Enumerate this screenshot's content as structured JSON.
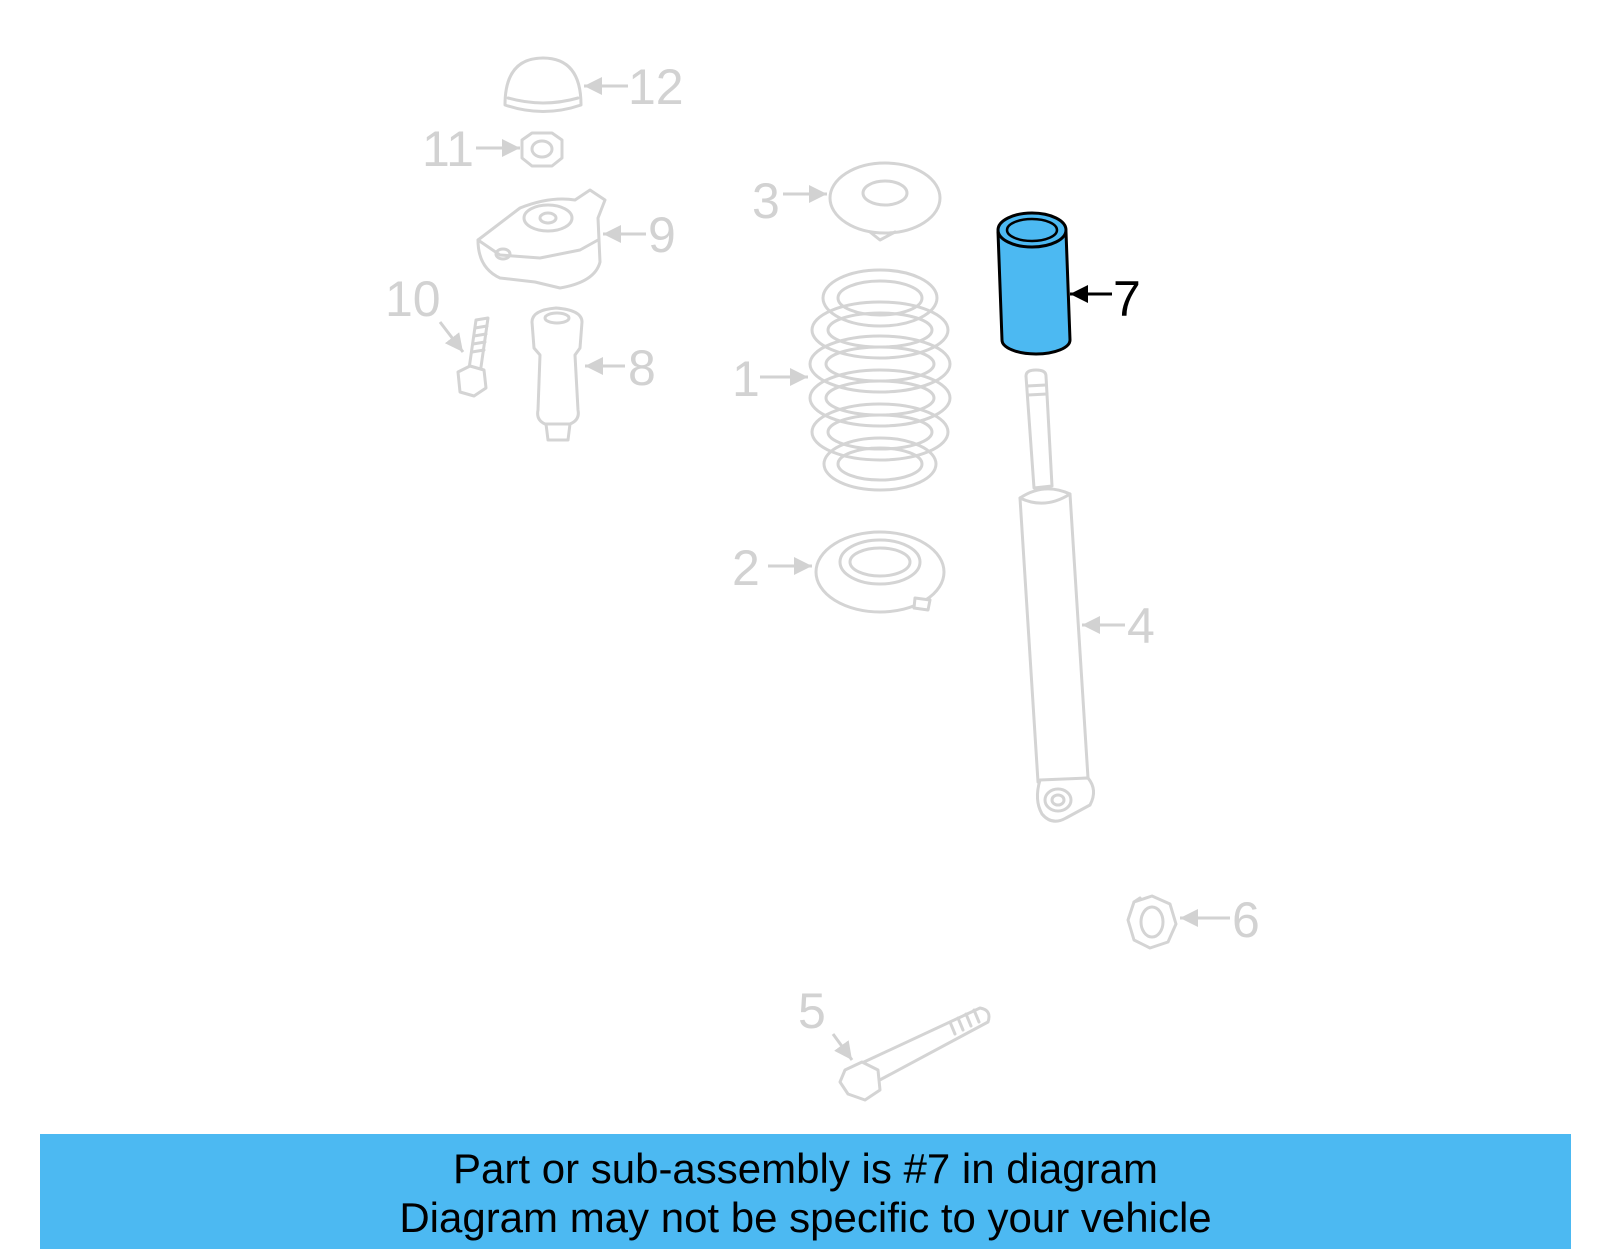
{
  "callouts": {
    "c1": "1",
    "c2": "2",
    "c3": "3",
    "c4": "4",
    "c5": "5",
    "c6": "6",
    "c7": "7",
    "c8": "8",
    "c9": "9",
    "c10": "10",
    "c11": "11",
    "c12": "12"
  },
  "highlighted_part": "7",
  "colors": {
    "highlight_fill": "#4cb9f2",
    "banner_background": "#4cb9f2",
    "dim_parts": "#d4d4d4"
  },
  "banner": {
    "line1": "Part or sub-assembly is #7 in diagram",
    "line2": "Diagram may not be specific to your vehicle"
  }
}
